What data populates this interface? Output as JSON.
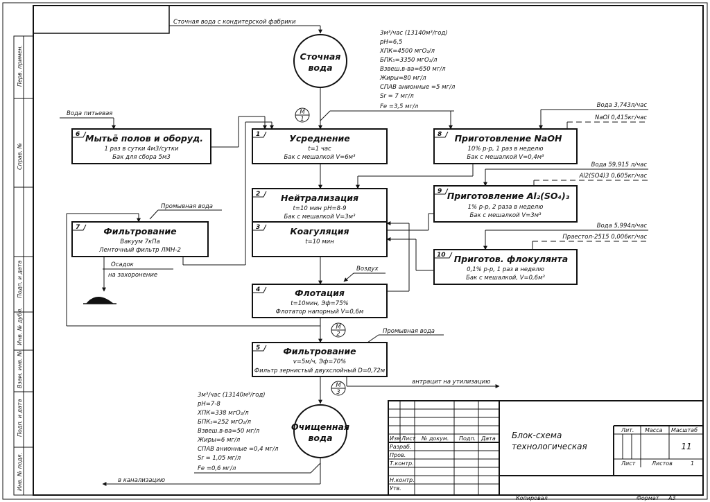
{
  "inflow": {
    "label": "Сточная вода с кондитерской фабрики",
    "node_title": [
      "Сточная",
      "вода"
    ],
    "params": [
      "3м³/час (13140м³/год)",
      "pH=6,5",
      "ХПК=4500 мгО₂/л",
      "БПК₅=3350 мгО₂/л",
      "Взвеш.в-ва=650 мг/л",
      "Жиры=80 мг/л",
      "СПАВ анионные =5 мг/л",
      "Sr = 7 мг/л",
      "Fe =3,5 мг/л"
    ]
  },
  "outflow": {
    "node_title": [
      "Очищенная",
      "вода"
    ],
    "params": [
      "3м³/час (13140м³/год)",
      "pH=7-8",
      "ХПК=338 мгО₂/л",
      "БПК₅=252 мгО₂/л",
      "Взвеш.в-ва=50 мг/л",
      "Жиры=6 мг/л",
      "СПАВ анионные =0,4 мг/л",
      "Sr = 1,05 мг/л",
      "Fe =0,6 мг/л"
    ],
    "sewer_label": "в канализацию"
  },
  "processes": {
    "b1": {
      "num": "1",
      "title": "Усреднение",
      "lines": [
        "t=1 час",
        "Бак с мешалкой V=6м³"
      ]
    },
    "b2": {
      "num": "2",
      "title": "Нейтрализация",
      "lines": [
        "t=10 мин  pH=8-9",
        "Бак с мешалкой V=3м³"
      ]
    },
    "b3": {
      "num": "3",
      "title": "Коагуляция",
      "lines": [
        "t=10 мин"
      ]
    },
    "b4": {
      "num": "4",
      "title": "Флотация",
      "lines": [
        "t=10мин,  Эф=75%",
        "Флотатор напорный V=0,6м"
      ]
    },
    "b5": {
      "num": "5",
      "title": "Фильтрование",
      "lines": [
        "v=5м/ч, Эф=70%",
        "Фильтр зернистый двухслойный D=0,72м"
      ]
    },
    "b6": {
      "num": "6",
      "title": "Мытьё полов и оборуд.",
      "lines": [
        "1 раз в сутки 4м3/сутки",
        "Бак для сбора 5м3"
      ]
    },
    "b7": {
      "num": "7",
      "title": "Фильтрование",
      "lines": [
        "Вакуум 7кПа",
        "Ленточный фильтр ЛМН-2"
      ]
    },
    "b8": {
      "num": "8",
      "title": "Приготовление NaOH",
      "lines": [
        "10% р-р, 1 раз в неделю",
        "Бак с мешалкой V=0,4м³"
      ]
    },
    "b9": {
      "num": "9",
      "title": "Приготовление Al₂(SO₄)₃",
      "lines": [
        "1% р-р, 2 раза в неделю",
        "Бак с мешалкой V=3м³"
      ]
    },
    "b10": {
      "num": "10",
      "title": "Приготов. флокулянта",
      "lines": [
        "0,1% р-р, 1 раз в неделю",
        "Бак с мешалкой, V=0,6м³"
      ]
    }
  },
  "labels": {
    "drinking_water": "Вода питьевая",
    "wash_water_7": "Промывная вода",
    "sediment": "Осадок",
    "landfill": "на захоронение",
    "air": "Воздух",
    "wash_water_5": "Промывная вода",
    "anthracite": "антрацит на утилизацию",
    "naoh_water": "Вода 3,743л/час",
    "naoh_reagent": "NaOl 0,415кг/час",
    "al_water": "Вода 59,915 л/час",
    "al_reagent": "Al2(SO4)3 0,605кг/час",
    "floc_water": "Вода 5,994л/час",
    "floc_reagent": "Праестол-2515 0,006кг/час"
  },
  "markers": [
    {
      "top": "М",
      "bottom": "1"
    },
    {
      "top": "М",
      "bottom": "2"
    },
    {
      "top": "М",
      "bottom": "3"
    }
  ],
  "side_stamps": [
    "Перв. примен.",
    "Справ. №",
    "Подп. и дата",
    "Инв. № дубл.",
    "Взам. инв. №",
    "Подп. и дата",
    "Инв. № подл."
  ],
  "title_block": {
    "doc_title_1": "Блок-схема",
    "doc_title_2": "технологическая",
    "col_izm": "Изм",
    "col_list": "Лист",
    "col_docnum": "№ докум.",
    "col_podp": "Подп.",
    "col_data": "Дата",
    "row_razrab": "Разраб.",
    "row_prov": "Пров.",
    "row_tkontr": "Т.контр.",
    "row_nkontr": "Н.контр.",
    "row_utv": "Утв.",
    "lit": "Лит.",
    "massa": "Масса",
    "masshtab": "Масштаб",
    "scale_value": "11",
    "sheet_label": "Лист",
    "sheets_label": "Листов",
    "sheets_value": "1",
    "kopiroval": "Копировал",
    "format": "Формат",
    "format_value": "А3"
  }
}
